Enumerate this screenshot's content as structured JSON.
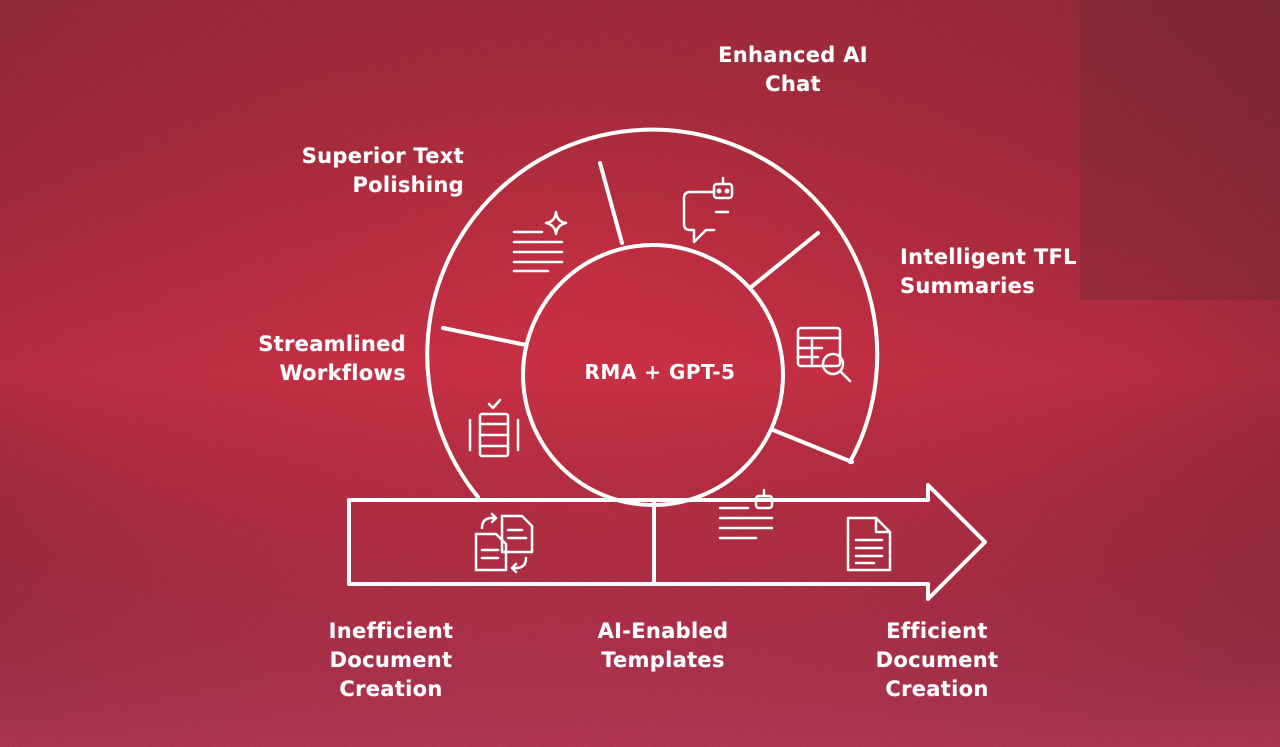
{
  "center": {
    "text": "RMA + GPT-5"
  },
  "labels": {
    "enhanced_chat": [
      "Enhanced AI",
      "Chat"
    ],
    "text_polishing": [
      "Superior Text",
      "Polishing"
    ],
    "tfl_summaries": [
      "Intelligent TFL",
      "Summaries"
    ],
    "workflows": [
      "Streamlined",
      "Workflows"
    ],
    "inefficient": [
      "Inefficient",
      "Document",
      "Creation"
    ],
    "templates": [
      "AI-Enabled",
      "Templates"
    ],
    "efficient": [
      "Efficient",
      "Document",
      "Creation"
    ]
  },
  "icons": [
    "sparkle-text-icon",
    "robot-chat-icon",
    "table-search-icon",
    "stacked-layers-check-icon",
    "robot-text-icon",
    "document-swap-icon",
    "document-icon"
  ],
  "colors": {
    "background": "#b8203a",
    "background_dark": "#7a1626",
    "background_pink": "#c63a6a",
    "line": "#ffffff"
  }
}
